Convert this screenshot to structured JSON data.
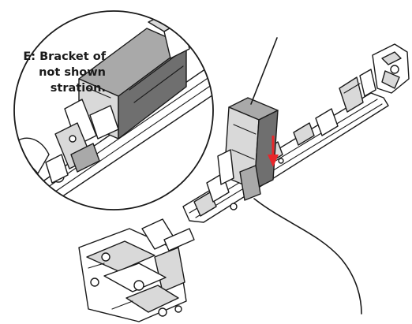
{
  "note": {
    "lines": [
      "E: Bracket of",
      "not shown",
      "stration."
    ]
  },
  "colors": {
    "outline": "#1a1a1a",
    "arrow": "#e8262a",
    "light_gray": "#d9d9d9",
    "mid_gray": "#a9a9a9",
    "dark_gray": "#6f6f6f"
  }
}
